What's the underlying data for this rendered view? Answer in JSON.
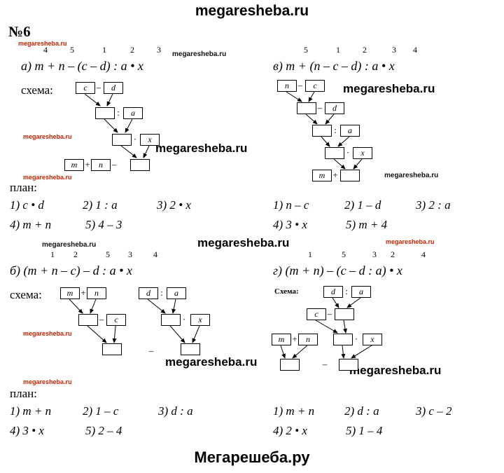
{
  "page": {
    "top_title": "megaresheba.ru",
    "bottom_title": "Мегарешеба.ру",
    "problem_number": "№6"
  },
  "watermark": {
    "text": "megaresheba.ru"
  },
  "parts": {
    "a": {
      "nums": [
        "4",
        "5",
        "1",
        "2",
        "3"
      ],
      "expression": "а) m + n – (c – d) : a • x",
      "scheme_label": "схема:",
      "plan_label": "план:",
      "plan": [
        "1) c • d",
        "2) 1 : a",
        "3) 2 • x",
        "4) m + n",
        "5) 4 – 3"
      ],
      "scheme": {
        "boxes": [
          "c",
          "d",
          "",
          "a",
          "",
          "x",
          "m",
          "n",
          ""
        ],
        "ops": [
          "–",
          ":",
          "·",
          "+",
          "–"
        ]
      }
    },
    "v": {
      "nums": [
        "5",
        "1",
        "2",
        "3",
        "4"
      ],
      "expression": "в) m + (n – c – d) : a • x",
      "plan": [
        "1) n – c",
        "2) 1 – d",
        "3) 2 : a",
        "4) 3 • x",
        "5) m + 4"
      ],
      "scheme": {
        "boxes": [
          "n",
          "c",
          "",
          "d",
          "",
          "a",
          "",
          "x",
          "m",
          ""
        ],
        "ops": [
          "–",
          "–",
          ":",
          "·",
          "+"
        ]
      }
    },
    "b": {
      "nums": [
        "1",
        "2",
        "5",
        "3",
        "4"
      ],
      "expression": "б) (m + n – c) – d : a • x",
      "scheme_label": "схема:",
      "plan_label": "план:",
      "plan": [
        "1) m + n",
        "2) 1 – c",
        "3) d : a",
        "4) 3 • x",
        "5) 2 – 4"
      ],
      "scheme": {
        "boxes": [
          "m",
          "n",
          "d",
          "a",
          "",
          "c",
          "",
          "x",
          "",
          ""
        ],
        "ops": [
          "+",
          ":",
          "–",
          "·",
          "–"
        ]
      }
    },
    "g": {
      "nums": [
        "1",
        "5",
        "3",
        "2",
        "4"
      ],
      "expression": "г) (m + n) – (c – d : a) • x",
      "scheme_label": "Схема:",
      "plan": [
        "1) m + n",
        "2) d : a",
        "3) c – 2",
        "4) 2 • x",
        "5) 1 – 4"
      ],
      "scheme": {
        "boxes": [
          "d",
          "a",
          "c",
          "",
          "m",
          "n",
          "",
          "x",
          "",
          ""
        ],
        "ops": [
          ":",
          "–",
          "+",
          "·",
          "–"
        ]
      }
    }
  }
}
